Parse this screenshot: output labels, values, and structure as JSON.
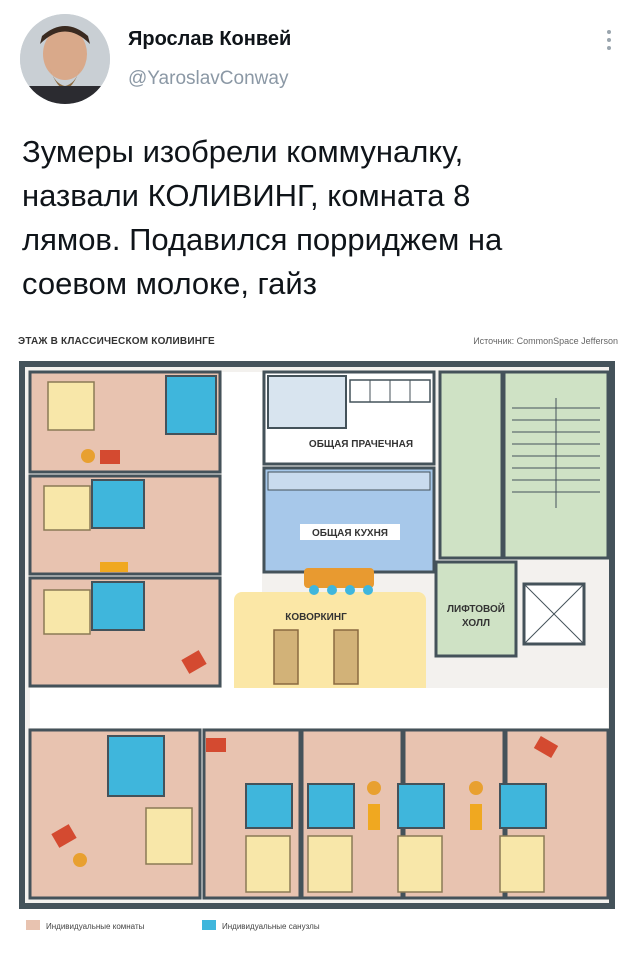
{
  "author": {
    "name": "Ярослав Конвей",
    "handle": "@YaroslavConway"
  },
  "tweet": {
    "text": "Зумеры изобрели коммуналку,\nназвали КОЛИВИНГ, комната 8\nлямов. Подавился порриджем на\nсоевом молоке, гайз"
  },
  "plan": {
    "title": "ЭТАЖ В КЛАССИЧЕСКОМ КОЛИВИНГЕ",
    "source": "Источник: CommonSpace Jefferson",
    "labels": {
      "laundry": "ОБЩАЯ ПРАЧЕЧНАЯ",
      "kitchen": "ОБЩАЯ КУХНЯ",
      "coworking": "КОВОРКИНГ",
      "elevator_hall_line1": "ЛИФТОВОЙ",
      "elevator_hall_line2": "ХОЛЛ"
    },
    "legend": [
      {
        "label": "Индивидуальные комнаты",
        "color": "#e8c3b0"
      },
      {
        "label": "Индивидуальные санузлы",
        "color": "#3fb6dc"
      }
    ],
    "colors": {
      "room": "#e8c3b0",
      "bath": "#3fb6dc",
      "kitchen": "#a7c8ea",
      "coworking": "#fbe7a6",
      "stairs": "#cfe2c5",
      "wall": "#44525a",
      "bed": "#f8e7a9"
    }
  },
  "icons": {
    "more": "more-vertical-icon",
    "avatar": "user-avatar-photo"
  }
}
